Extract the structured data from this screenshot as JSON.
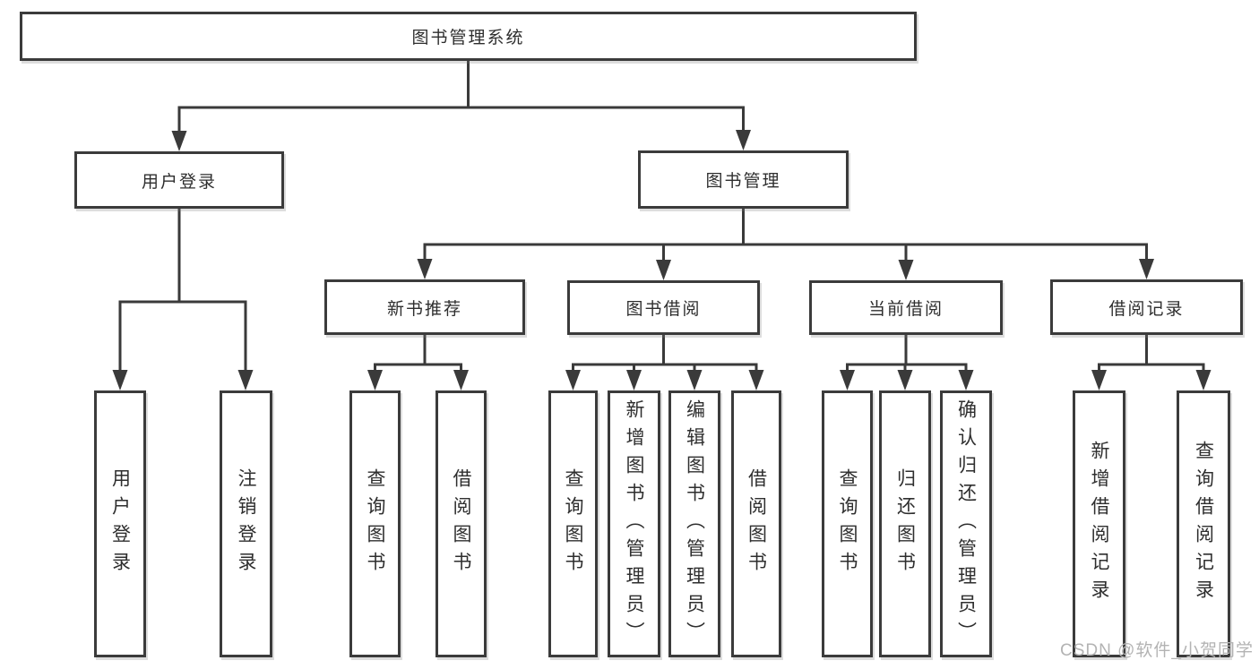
{
  "tree": {
    "root": {
      "label": "图书管理系统"
    },
    "branches": [
      {
        "label": "用户登录",
        "children": [
          "用户登录",
          "注销登录"
        ]
      },
      {
        "label": "图书管理",
        "children": [
          {
            "label": "新书推荐",
            "children": [
              "查询图书",
              "借阅图书"
            ]
          },
          {
            "label": "图书借阅",
            "children": [
              "查询图书",
              "新增图书（管理员）",
              "编辑图书（管理员）",
              "借阅图书"
            ]
          },
          {
            "label": "当前借阅",
            "children": [
              "查询图书",
              "归还图书",
              "确认归还（管理员）"
            ]
          },
          {
            "label": "借阅记录",
            "children": [
              "新增借阅记录",
              "查询借阅记录"
            ]
          }
        ]
      }
    ]
  },
  "watermark": "CSDN @软件_小贺同学",
  "colors": {
    "line": "#3a3a3a",
    "box_border": "#3b3b3b",
    "text": "#2e2e2e",
    "watermark": "#b3b3b3",
    "background": "#ffffff"
  }
}
